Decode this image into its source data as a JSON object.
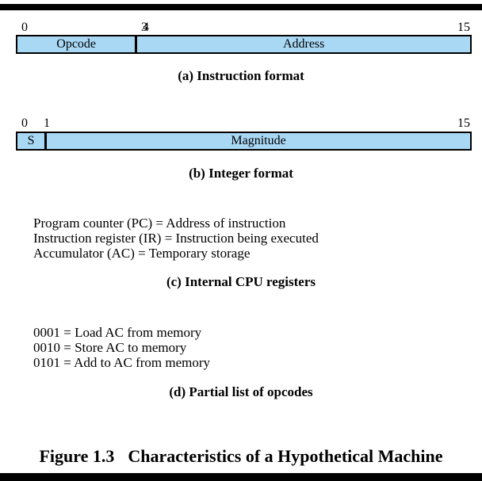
{
  "colors": {
    "bar_fill": "#a9d8f5",
    "border": "#000000"
  },
  "instruction_format": {
    "ticks": [
      "0",
      "3",
      "4",
      "15"
    ],
    "fields": [
      {
        "label": "Opcode",
        "bits": "0-3"
      },
      {
        "label": "Address",
        "bits": "4-15"
      }
    ],
    "caption": "(a) Instruction format"
  },
  "integer_format": {
    "ticks": [
      "0",
      "1",
      "15"
    ],
    "fields": [
      {
        "label": "S",
        "bits": "0"
      },
      {
        "label": "Magnitude",
        "bits": "1-15"
      }
    ],
    "caption": "(b) Integer format"
  },
  "cpu_registers": {
    "lines": [
      "Program counter (PC) = Address of instruction",
      "Instruction register (IR) = Instruction being executed",
      "Accumulator (AC) = Temporary storage"
    ],
    "caption": "(c) Internal CPU registers"
  },
  "opcodes": {
    "lines": [
      "0001 = Load AC from memory",
      "0010 = Store AC to memory",
      "0101 = Add to AC from memory"
    ],
    "caption": "(d) Partial list of opcodes"
  },
  "figure": {
    "label": "Figure 1.3",
    "title": "Characteristics of a Hypothetical Machine"
  }
}
